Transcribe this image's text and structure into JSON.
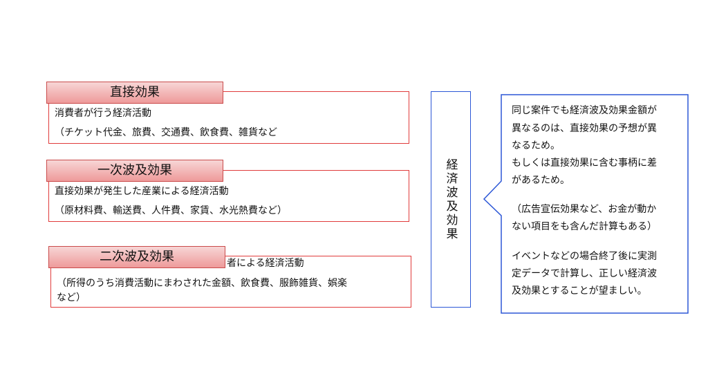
{
  "direct": {
    "title": "直接効果",
    "line1": "消費者が行う経済活動",
    "line2": "（チケット代金、旅費、交通費、飲食費、雑貨など"
  },
  "primary": {
    "title": "一次波及効果",
    "line1": "直接効果が発生した産業による経済活動",
    "line2": "（原材料費、輸送費、人件費、家賃、水光熱費など）"
  },
  "secondary": {
    "title": "二次波及効果",
    "line1": "者による経済活動",
    "line2": "（所得のうち消費活動にまわされた金額、飲食費、服飾雑貨、娯楽",
    "line3": "など）"
  },
  "center": {
    "label": "経済波及効果"
  },
  "callout": {
    "lines": [
      "同じ案件でも経済波及効果金額が",
      "異なるのは、直接効果の予想が異",
      "なるため。",
      "もしくは直接効果に含む事柄に差",
      "があるため。",
      "",
      "（広告宣伝効果など、お金が動か",
      "ない項目をも含んだ計算もある）",
      "",
      "イベントなどの場合終了後に実測",
      "定データで計算し、正しい経済波",
      "及効果とすることが望ましい。"
    ]
  },
  "colors": {
    "red_border": "#e03a3a",
    "blue_border": "#2b56d6",
    "label_fill": "#ee9a9a"
  }
}
